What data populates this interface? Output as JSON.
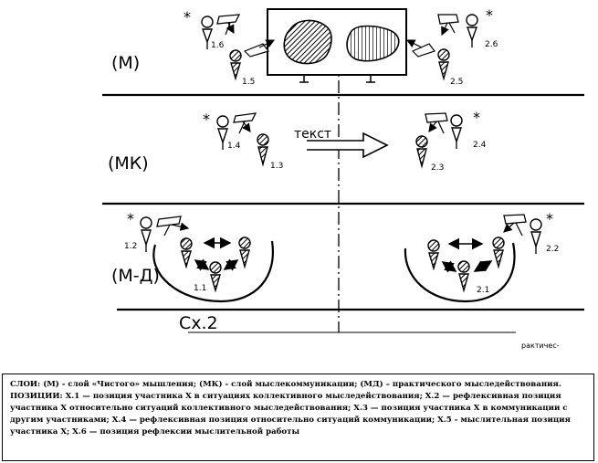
{
  "layers": {
    "m": "(М)",
    "mk": "(МК)",
    "md": "(М-Д)"
  },
  "scheme_label": "Сх.2",
  "text_arrow_label": "текст",
  "footer_fragment": "рактичес-",
  "positions": {
    "p1_1": "1.1",
    "p1_2": "1.2",
    "p1_3": "1.3",
    "p1_4": "1.4",
    "p1_5": "1.5",
    "p1_6": "1.6",
    "p2_1": "2.1",
    "p2_2": "2.2",
    "p2_3": "2.3",
    "p2_4": "2.4",
    "p2_5": "2.5",
    "p2_6": "2.6"
  },
  "asterisk": "*",
  "caption": {
    "line1": "СЛОИ: (М) - слой «Чистого» мышления; (МК) - слой мыслекоммуникации; (МД) – практического мыследействования.",
    "line2": "ПОЗИЦИИ: Х.1 — позиция участника Х в ситуациях коллективного мыследействования; Х.2 — рефлексивная позиция участника Х относительно ситуаций коллективного мыследействования; Х.3 — позиция участника Х в коммуникации с другим участниками; Х.4 — рефлексивная позиция относительно ситуаций коммуникации; Х.5 - мыслительная позиция участника Х; Х.6 — позиция рефлексии мыслительной работы"
  }
}
